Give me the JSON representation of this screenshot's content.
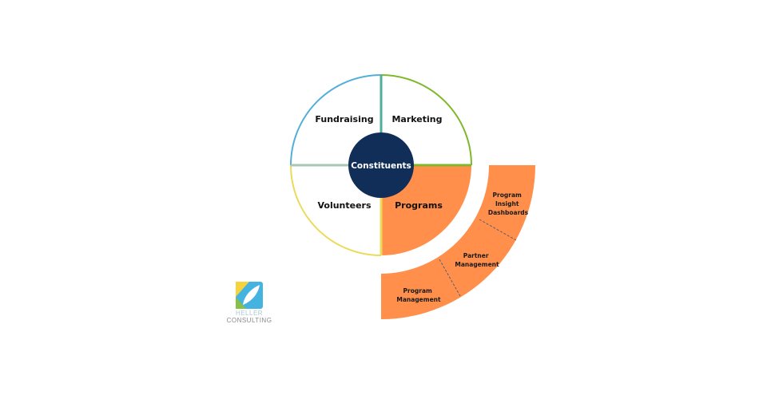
{
  "center": {
    "label": "Constituents",
    "color": "#112e58"
  },
  "quadrants": [
    {
      "id": "fundraising",
      "label": "Fundraising",
      "color": "#53afd8"
    },
    {
      "id": "marketing",
      "label": "Marketing",
      "color": "#7fb82b"
    },
    {
      "id": "volunteers",
      "label": "Volunteers",
      "color": "#eadb5a"
    },
    {
      "id": "programs",
      "label": "Programs",
      "color": "#ff8f4a"
    }
  ],
  "outer_ring": {
    "color": "#ff8f4a",
    "segments": [
      {
        "id": "program-insight-dashboards",
        "lines": [
          "Program",
          "Insight",
          "Dashboards"
        ]
      },
      {
        "id": "partner-management",
        "lines": [
          "Partner",
          "Management"
        ]
      },
      {
        "id": "program-management",
        "lines": [
          "Program",
          "Management"
        ]
      }
    ]
  },
  "logo": {
    "line1": "HELLER",
    "line2": "CONSULTING",
    "colors": {
      "blue": "#45b3e0",
      "yellow": "#f6d23c",
      "green": "#86c044",
      "text1": "#a9c8d6",
      "text2": "#8a8a8a"
    }
  }
}
